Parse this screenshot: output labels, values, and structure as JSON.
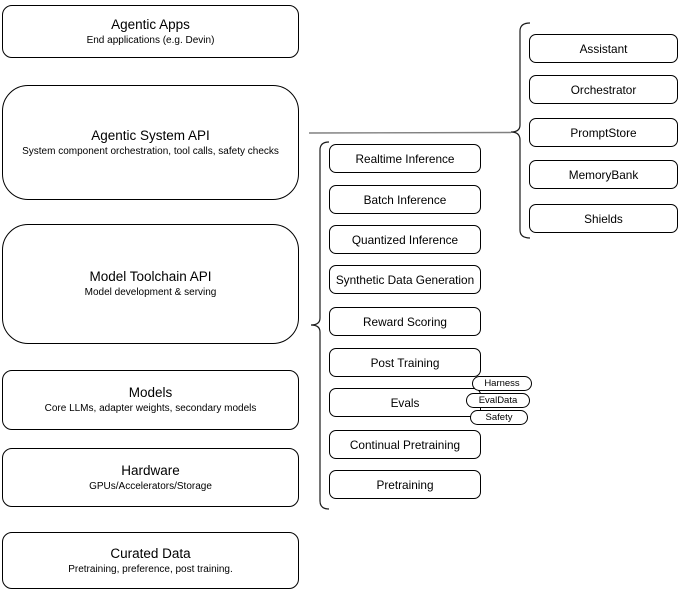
{
  "diagram": {
    "stack": [
      {
        "title": "Agentic Apps",
        "subtitle": "End applications (e.g. Devin)"
      },
      {
        "title": "Agentic System API",
        "subtitle": "System component orchestration, tool calls, safety checks"
      },
      {
        "title": "Model Toolchain API",
        "subtitle": "Model development & serving"
      },
      {
        "title": "Models",
        "subtitle": "Core LLMs, adapter weights, secondary models"
      },
      {
        "title": "Hardware",
        "subtitle": "GPUs/Accelerators/Storage"
      },
      {
        "title": "Curated Data",
        "subtitle": "Pretraining, preference, post training."
      }
    ],
    "toolchain_items": [
      "Realtime Inference",
      "Batch Inference",
      "Quantized Inference",
      "Synthetic Data Generation",
      "Reward Scoring",
      "Post Training",
      "Evals",
      "Continual Pretraining",
      "Pretraining"
    ],
    "evals_tags": [
      "Harness",
      "EvalData",
      "Safety"
    ],
    "system_components": [
      "Assistant",
      "Orchestrator",
      "PromptStore",
      "MemoryBank",
      "Shields"
    ],
    "colors": {
      "background": "#ffffff",
      "box_fill": "#ffffff",
      "box_border": "#000000",
      "brace_stroke": "#1a1a1a",
      "connector_line": "#808080",
      "text": "#000000"
    }
  }
}
